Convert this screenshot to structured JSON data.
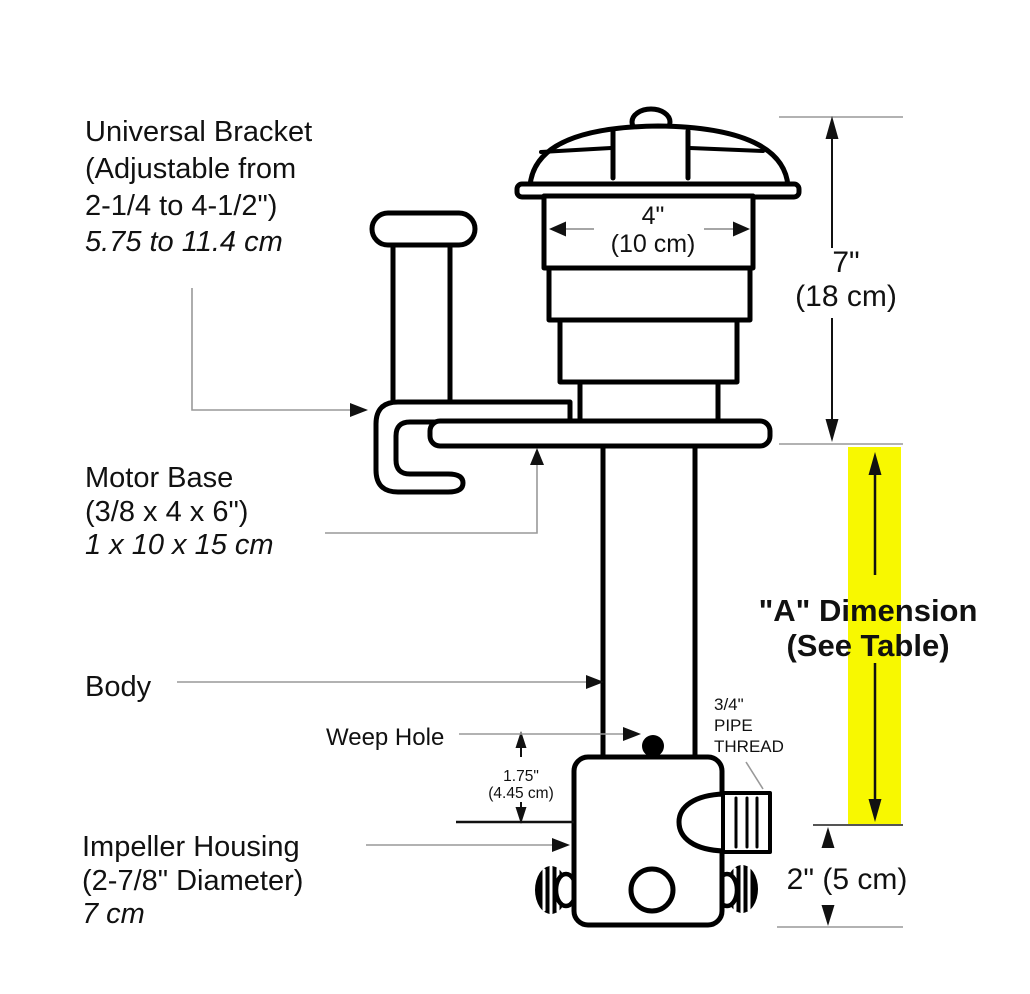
{
  "colors": {
    "highlight": "#f8f800",
    "ink": "#000000"
  },
  "labels": {
    "universal_bracket_1": "Universal Bracket",
    "universal_bracket_2": "(Adjustable from",
    "universal_bracket_3": "2-1/4 to 4-1/2\")",
    "universal_bracket_4": "5.75 to 11.4 cm",
    "motor_base_1": "Motor Base",
    "motor_base_2": "(3/8 x 4 x 6\")",
    "motor_base_3": "1 x 10 x 15 cm",
    "body": "Body",
    "weep_hole": "Weep Hole",
    "impeller_1": "Impeller Housing",
    "impeller_2": "(2-7/8\" Diameter)",
    "impeller_3": "7 cm",
    "pipe_thread_1": "3/4\"",
    "pipe_thread_2": "PIPE",
    "pipe_thread_3": "THREAD"
  },
  "dimensions": {
    "motor_width_in": "4\"",
    "motor_width_cm": "(10 cm)",
    "motor_height_in": "7\"",
    "motor_height_cm": "(18 cm)",
    "a_dim_1": "\"A\" Dimension",
    "a_dim_2": "(See Table)",
    "weep_in": "1.75\"",
    "weep_cm": "(4.45 cm)",
    "housing_clearance": "2\" (5 cm)"
  }
}
